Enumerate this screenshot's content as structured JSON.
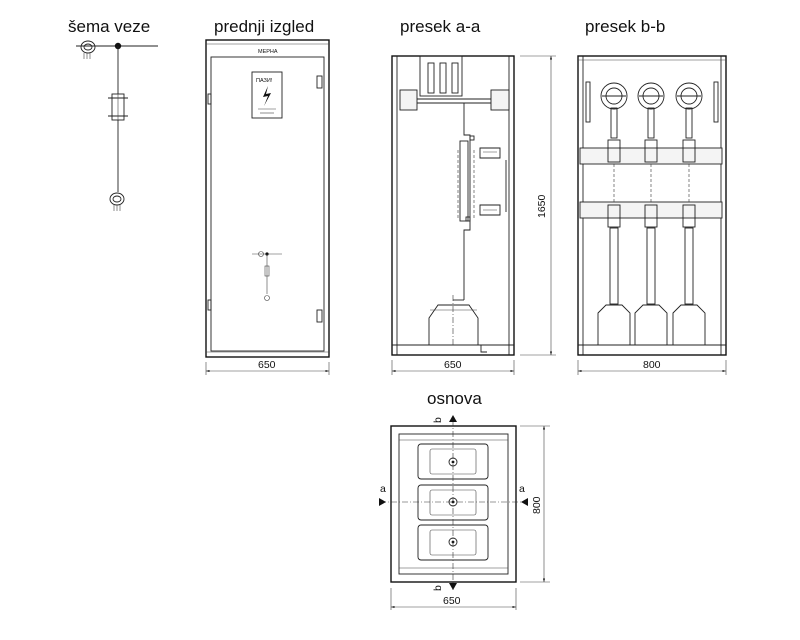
{
  "titles": {
    "schema": "šema veze",
    "front": "prednji izgled",
    "section_aa": "presek a-a",
    "section_bb": "presek b-b",
    "base": "osnova"
  },
  "dimensions": {
    "front_width": "650",
    "aa_width": "650",
    "aa_height": "1650",
    "bb_width": "800",
    "base_width": "650",
    "base_depth": "800"
  },
  "labels": {
    "panel_label": "МЕРНА",
    "warning_sign": "ПАЗИ!",
    "section_a": "a",
    "section_b": "b"
  }
}
